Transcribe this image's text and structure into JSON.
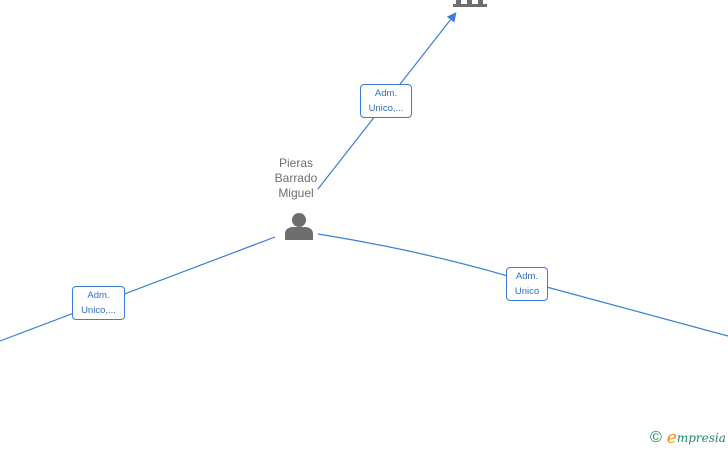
{
  "colors": {
    "edge": "#3a7fd5",
    "label_border": "#3a7fd5",
    "label_text": "#2f6fc4",
    "node_icon": "#6e6e6e",
    "name_text": "#6e6e6e",
    "watermark_green": "#1f8a6e",
    "watermark_orange": "#f08c1a"
  },
  "nodes": {
    "center_person": {
      "name_lines": [
        "Pieras",
        "Barrado",
        "Miguel"
      ],
      "icon": "person-icon"
    },
    "top_company": {
      "icon": "building-icon"
    }
  },
  "edge_labels": [
    {
      "id": "top",
      "lines": [
        "Adm.",
        "Unico,..."
      ]
    },
    {
      "id": "left",
      "lines": [
        "Adm.",
        "Unico,..."
      ]
    },
    {
      "id": "right",
      "lines": [
        "Adm.",
        "Unico"
      ]
    }
  ],
  "watermark": {
    "copyright": "©",
    "brand_first": "e",
    "brand_rest": "mpresia"
  }
}
